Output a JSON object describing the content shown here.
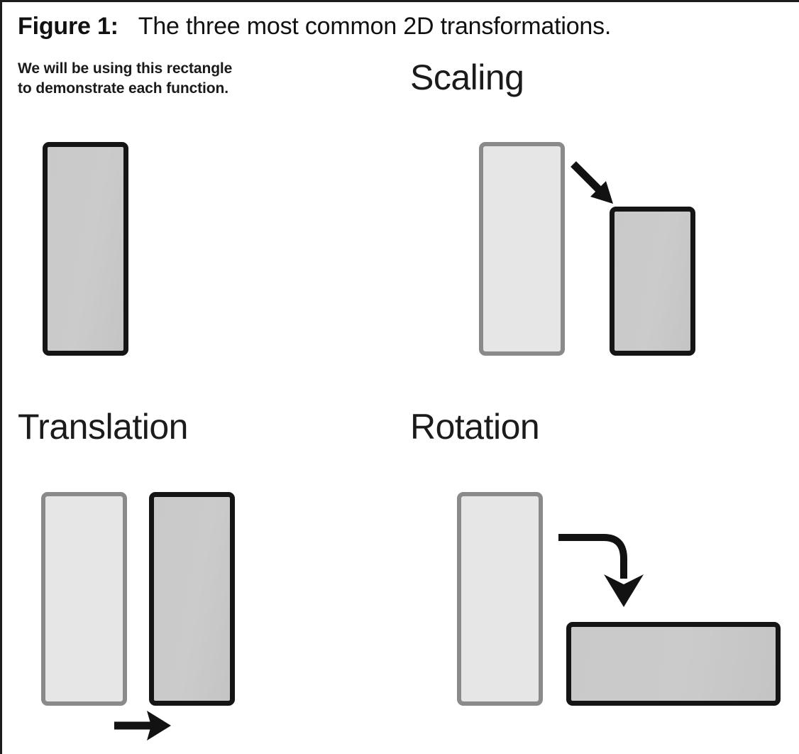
{
  "figure": {
    "label": "Figure 1:",
    "title": "The three most common 2D transformations.",
    "subcaption_line1": "We will be using this rectangle",
    "subcaption_line2": "to demonstrate each function."
  },
  "sections": [
    {
      "id": "base",
      "heading": "",
      "description": "Reference rectangle used for every demonstration"
    },
    {
      "id": "scaling",
      "heading": "Scaling",
      "description": "Original rectangle shrinks to a smaller rectangle"
    },
    {
      "id": "translation",
      "heading": "Translation",
      "description": "Original rectangle shifts to the right"
    },
    {
      "id": "rotation",
      "heading": "Rotation",
      "description": "Original rectangle rotates 90 degrees and lands below-right"
    }
  ],
  "shapes": {
    "base_rect": {
      "role": "reference",
      "style": "solid"
    },
    "scaling_source": {
      "role": "original",
      "style": "ghost"
    },
    "scaling_result": {
      "role": "transformed",
      "style": "solid"
    },
    "translation_source": {
      "role": "original",
      "style": "ghost"
    },
    "translation_result": {
      "role": "transformed",
      "style": "solid"
    },
    "rotation_source": {
      "role": "original",
      "style": "ghost"
    },
    "rotation_result": {
      "role": "transformed",
      "style": "solid"
    }
  },
  "arrows": {
    "scaling": {
      "icon": "arrow-down-right-icon",
      "direction": "down-right"
    },
    "translation": {
      "icon": "arrow-right-icon",
      "direction": "right"
    },
    "rotation": {
      "icon": "arrow-curved-down-icon",
      "direction": "right-then-down"
    }
  },
  "colors": {
    "ink": "#121212",
    "solid_border": "#151515",
    "solid_fill": "#c9c9c9",
    "ghost_border": "#8a8a8a",
    "ghost_fill": "#e6e6e6",
    "page_background": "#ffffff"
  }
}
